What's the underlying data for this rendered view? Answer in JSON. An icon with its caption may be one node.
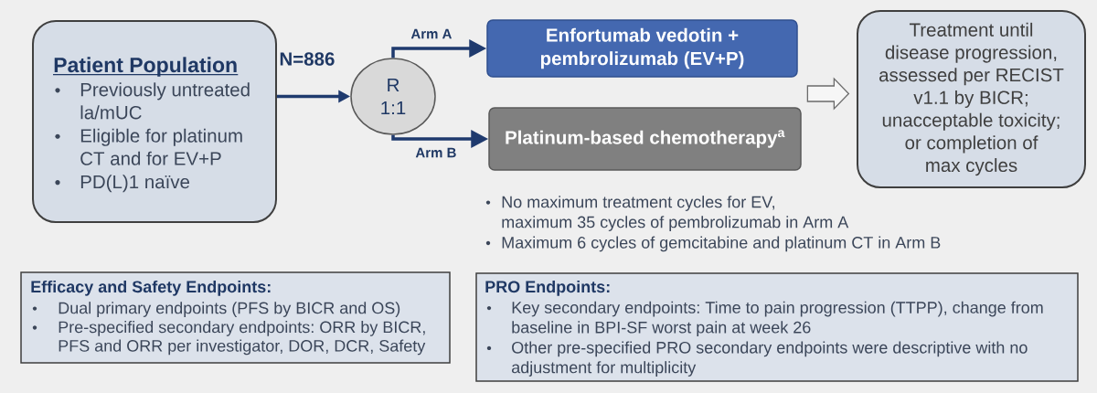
{
  "diagram": {
    "nodes": [
      {
        "text": [
          "Patient Population",
          "Previously untreated la/mUC",
          "Eligible for platinum CT and for EV+P",
          "PD(L)1 naïve"
        ]
      },
      {
        "text": [
          "R 1:1"
        ]
      },
      {
        "text": [
          "Enfortumab vedotin + pembrolizumab (EV+P)"
        ]
      },
      {
        "text": [
          "Platinum-based chemotherapy$^{a}$"
        ]
      },
      {
        "text": [
          "Treatment until disease progression, assessed per RECIST v1.1 by BICR; unacceptable toxicity; or completion of max cycles"
        ]
      },
      {
        "text": [
          "Efficacy and Safety Endpoints:",
          "Dual primary endpoints (PFS by BICR and OS)",
          "Pre-specified secondary endpoints: ORR by BICR, PFS and ORR per investigator, DOR, DCR, Safety"
        ]
      },
      {
        "text": [
          "PRO Endpoints:",
          "Key secondary endpoints: Time to pain progression (TTPP), change from baseline in BPI-SF worst pain at week 26",
          "Other pre-specified PRO secondary endpoints were descriptive with no adjustment for multiplicity"
        ]
      }
    ],
    "edges": [
      {
        "from": 0,
        "to": 1,
        "arrow": "to",
        "label": "N=886"
      },
      {
        "from": 1,
        "to": 2,
        "arrow": "to",
        "label": "Arm A"
      },
      {
        "from": 1,
        "to": 3,
        "arrow": "to",
        "label": "Arm B"
      },
      {
        "from": 2,
        "to": 4,
        "arrow": "to"
      },
      {
        "from": 3,
        "to": 4,
        "arrow": "to"
      }
    ],
    "labels": [
      "No maximum treatment cycles for EV, maximum 35 cycles of pembrolizumab in Arm A",
      "Maximum 6 cycles of gemcitabine and platinum CT in Arm B"
    ]
  }
}
